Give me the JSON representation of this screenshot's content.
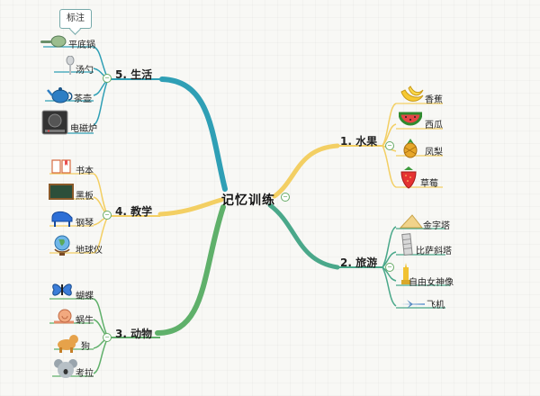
{
  "root": {
    "label": "记忆训练"
  },
  "colors": {
    "fruit": "#f3cf63",
    "travel": "#4aa88a",
    "animal": "#5fb06a",
    "teaching": "#f3cf63",
    "life": "#2f9fb5"
  },
  "branches": {
    "fruit": {
      "label": "1. 水果",
      "items": [
        "香蕉",
        "西瓜",
        "凤梨",
        "草莓"
      ]
    },
    "travel": {
      "label": "2. 旅游",
      "items": [
        "金字塔",
        "比萨斜塔",
        "自由女神像",
        "飞机"
      ]
    },
    "animal": {
      "label": "3. 动物",
      "items": [
        "蝴蝶",
        "蜗牛",
        "狗",
        "考拉"
      ]
    },
    "teaching": {
      "label": "4. 教学",
      "items": [
        "书本",
        "黑板",
        "钢琴",
        "地球仪"
      ]
    },
    "life": {
      "label": "5. 生活",
      "items": [
        "平底锅",
        "汤勺",
        "茶壶",
        "电磁炉"
      ]
    }
  },
  "note": "标注",
  "icons": {
    "fruit": [
      "banana-icon",
      "watermelon-icon",
      "pineapple-icon",
      "strawberry-icon"
    ],
    "travel": [
      "pyramid-icon",
      "leaning-tower-icon",
      "statue-of-liberty-icon",
      "airplane-icon"
    ],
    "animal": [
      "butterfly-icon",
      "snail-icon",
      "dog-icon",
      "koala-icon"
    ],
    "teaching": [
      "book-icon",
      "blackboard-icon",
      "piano-icon",
      "globe-icon"
    ],
    "life": [
      "frying-pan-icon",
      "soup-spoon-icon",
      "teapot-icon",
      "induction-cooker-icon"
    ]
  }
}
